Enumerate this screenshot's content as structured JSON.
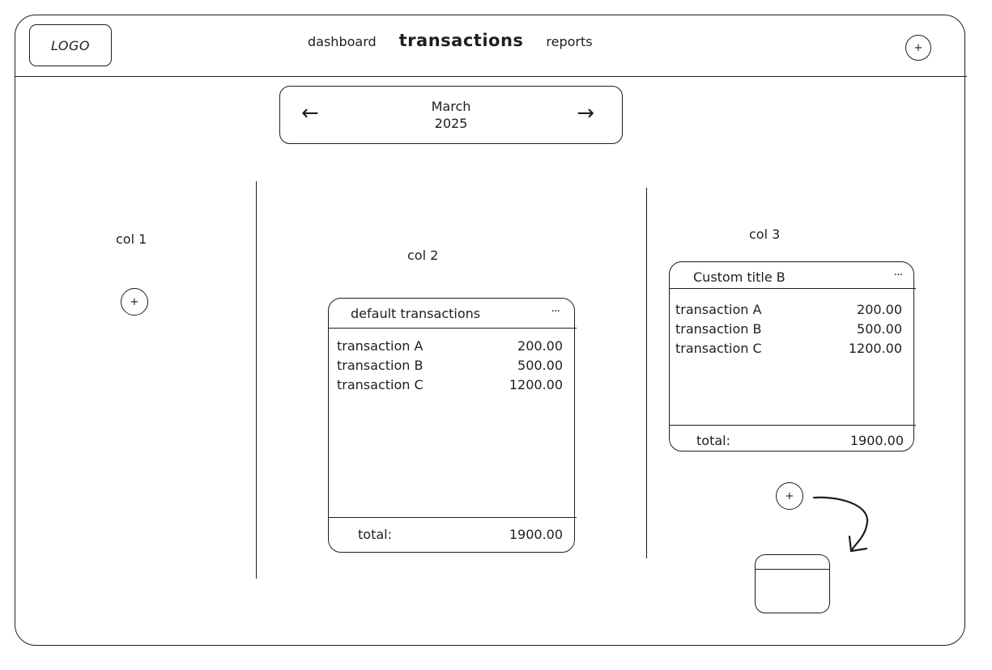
{
  "header": {
    "logo": "LOGO",
    "nav": [
      "dashboard",
      "transactions",
      "reports"
    ],
    "add_label": "+"
  },
  "month_nav": {
    "prev": "←",
    "next": "→",
    "month": "March",
    "year": "2025"
  },
  "columns": {
    "col1": {
      "label": "col 1",
      "add_label": "+"
    },
    "col2": {
      "label": "col 2",
      "card": {
        "title": "default transactions",
        "menu": "···",
        "rows": [
          {
            "name": "transaction A",
            "amount": "200.00"
          },
          {
            "name": "transaction B",
            "amount": "500.00"
          },
          {
            "name": "transaction C",
            "amount": "1200.00"
          }
        ],
        "total_label": "total:",
        "total_value": "1900.00"
      }
    },
    "col3": {
      "label": "col 3",
      "card": {
        "title": "Custom title B",
        "menu": "···",
        "rows": [
          {
            "name": "transaction A",
            "amount": "200.00"
          },
          {
            "name": "transaction B",
            "amount": "500.00"
          },
          {
            "name": "transaction C",
            "amount": "1200.00"
          }
        ],
        "total_label": "total:",
        "total_value": "1900.00"
      },
      "add_label": "+"
    }
  }
}
